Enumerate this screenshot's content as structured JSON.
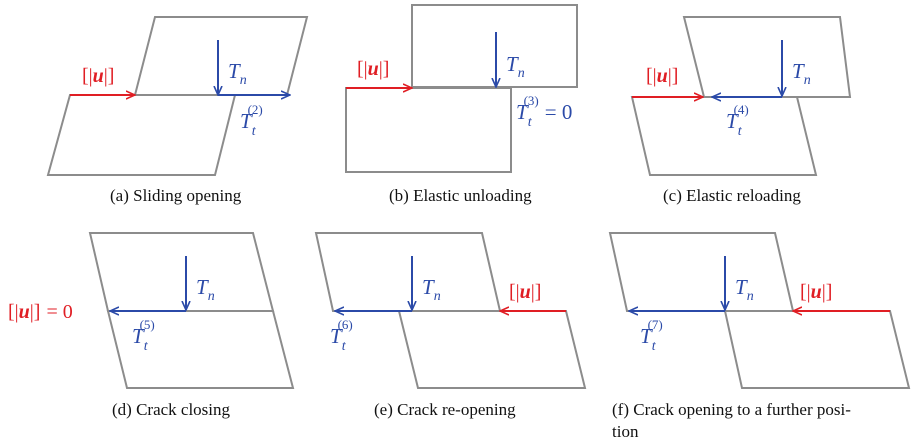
{
  "colors": {
    "traction": "#2b4aa8",
    "jump": "#e01e24",
    "block_outline": "#8c8c8c"
  },
  "symbols": {
    "jump_open": "[|",
    "jump_var": "u",
    "jump_close": "|]",
    "equals_zero": "= 0",
    "normal_traction": "T",
    "normal_sub": "n",
    "tangential_traction": "T",
    "tangential_sub": "t"
  },
  "panels": [
    {
      "caption": "(a) Sliding opening",
      "superscript": "(2)"
    },
    {
      "caption": "(b) Elastic unloading",
      "superscript": "(3)"
    },
    {
      "caption": "(c) Elastic reloading",
      "superscript": "(4)"
    },
    {
      "caption": "(d) Crack closing",
      "superscript": "(5)"
    },
    {
      "caption": "(e) Crack re-opening",
      "superscript": "(6)"
    },
    {
      "caption_line1": "(f) Crack opening to a further posi-",
      "caption_line2": "tion",
      "superscript": "(7)"
    }
  ]
}
